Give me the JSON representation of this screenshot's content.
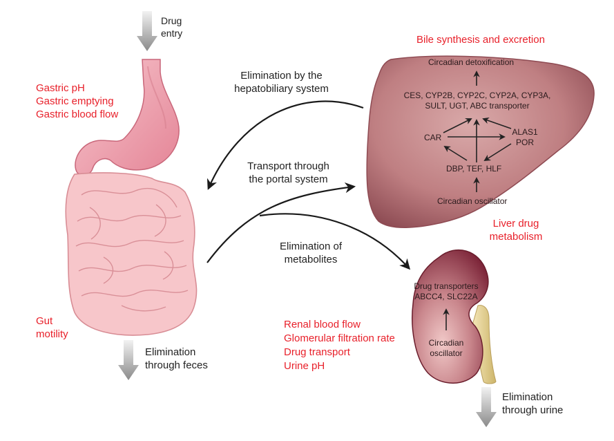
{
  "colors": {
    "accent_red": "#e8202a",
    "liver": "#b9767a",
    "liver_dark": "#7a3a40",
    "kidney": "#7d2a3a",
    "stomach": "#f0a8b4",
    "intestine": "#f6c3c8",
    "ureter": "#e3cf8f",
    "arrow_gray": "#9a9a9a",
    "text": "#222222"
  },
  "flow": {
    "drug_entry": "Drug\nentry",
    "elim_feces": "Elimination\nthrough feces",
    "elim_urine": "Elimination\nthrough urine",
    "elim_hepatobiliary": "Elimination by the\nhepatobiliary system",
    "transport_portal": "Transport through\nthe portal system",
    "elim_metabolites": "Elimination of\nmetabolites"
  },
  "gi_factors": {
    "lines": [
      "Gastric pH",
      "Gastric emptying",
      "Gastric blood flow"
    ],
    "gut": "Gut\nmotility"
  },
  "liver": {
    "title": "Bile synthesis and excretion",
    "detox": "Circadian detoxification",
    "enzymes": "CES, CYP2B, CYP2C, CYP2A, CYP3A,\nSULT, UGT, ABC transporter",
    "car": "CAR",
    "alas_por": "ALAS1\nPOR",
    "dbp": "DBP, TEF, HLF",
    "oscillator": "Circadian oscillator",
    "factor": "Liver drug\nmetabolism"
  },
  "kidney": {
    "transporters": "Drug transporters\nABCC4, SLC22A",
    "oscillator": "Circadian\noscillator",
    "factors": [
      "Renal blood flow",
      "Glomerular filtration rate",
      "Drug transport",
      "Urine pH"
    ]
  },
  "icons": {
    "gray_arrow": "down-arrow-icon",
    "flow_arrow": "curved-arrow-icon"
  }
}
